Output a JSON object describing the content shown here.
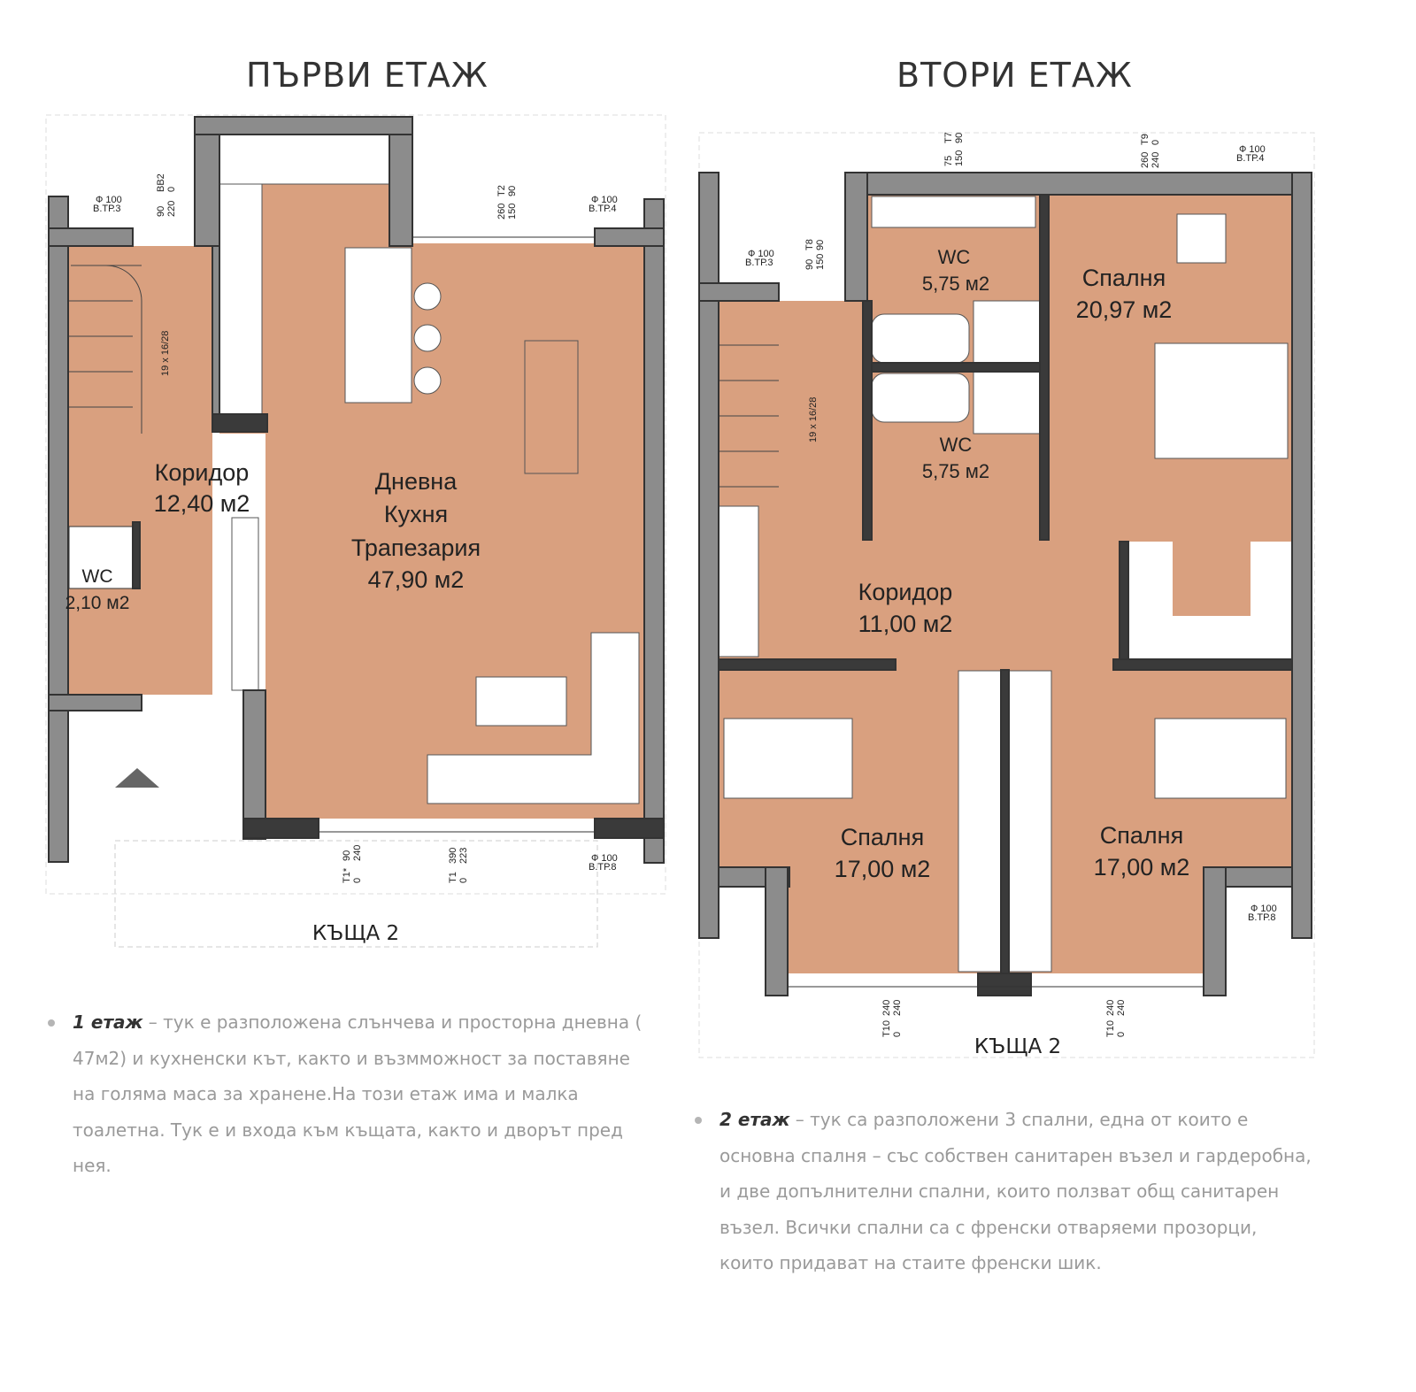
{
  "floor1": {
    "title": "ПЪРВИ ЕТАЖ",
    "house_label": "КЪЩА 2",
    "rooms": [
      {
        "name": "Коридор",
        "area": "12,40 м2"
      },
      {
        "name": "Дневна",
        "name2": "Кухня",
        "name3": "Трапезария",
        "area": "47,90 м2"
      },
      {
        "name": "WC",
        "area": "2,10 м2"
      }
    ],
    "windows": [
      {
        "id": "ВВ2",
        "v1": "0",
        "w": "90",
        "h": "220"
      },
      {
        "id": "Т2",
        "v1": "90",
        "w": "260",
        "h": "150"
      },
      {
        "id": "Т1*",
        "v1": "0",
        "w": "90",
        "h": "240"
      },
      {
        "id": "Т1",
        "v1": "0",
        "w": "390",
        "h": "223"
      }
    ],
    "drains": [
      {
        "d": "Ф 100",
        "label": "В.ТР.3"
      },
      {
        "d": "Ф 100",
        "label": "В.ТР.4"
      },
      {
        "d": "Ф 100",
        "label": "В.ТР.8"
      }
    ],
    "stair": "19 x 16/28",
    "description": {
      "bold": "1 етаж",
      "text": " – тук е разположена слънчева и просторна дневна ( 47м2) и кухненски кът, както и възмможност за поставяне на голяма маса за хранене.На този етаж има и малка тоалетна. Тук е и входа към къщата, както и дворът пред нея."
    }
  },
  "floor2": {
    "title": "ВТОРИ ЕТАЖ",
    "house_label": "КЪЩА 2",
    "rooms": [
      {
        "name": "WC",
        "area": "5,75 м2"
      },
      {
        "name": "Спалня",
        "area": "20,97 м2"
      },
      {
        "name": "WC",
        "area": "5,75 м2"
      },
      {
        "name": "Коридор",
        "area": "11,00 м2"
      },
      {
        "name": "Спалня",
        "area": "17,00 м2"
      },
      {
        "name": "Спалня",
        "area": "17,00 м2"
      }
    ],
    "windows": [
      {
        "id": "Т7",
        "v1": "90",
        "w": "75",
        "h": "150"
      },
      {
        "id": "Т9",
        "v1": "0",
        "w": "260",
        "h": "240"
      },
      {
        "id": "Т8",
        "v1": "90",
        "w": "90",
        "h": "150"
      },
      {
        "id": "Т10",
        "v1": "0",
        "w": "240",
        "h": "240"
      },
      {
        "id": "Т10",
        "v1": "0",
        "w": "240",
        "h": "240"
      }
    ],
    "drains": [
      {
        "d": "Ф 100",
        "label": "В.ТР.3"
      },
      {
        "d": "Ф 100",
        "label": "В.ТР.4"
      },
      {
        "d": "Ф 100",
        "label": "В.ТР.8"
      }
    ],
    "stair": "19 x 16/28",
    "description": {
      "bold": "2 етаж",
      "text": " – тук са разположени 3 спални, една от които е основна спалня – със собствен санитарен възел и гардеробна, и две допълнителни спални, които ползват общ санитарен възел. Всички спални са с френски отваряеми прозорци, които придават на стаите френски шик."
    }
  },
  "colors": {
    "floor": "#d9a07f",
    "wall": "#8c8c8c",
    "wall_dark": "#3a3a3a",
    "text": "#333333",
    "desc_text": "#9a9a9a"
  }
}
